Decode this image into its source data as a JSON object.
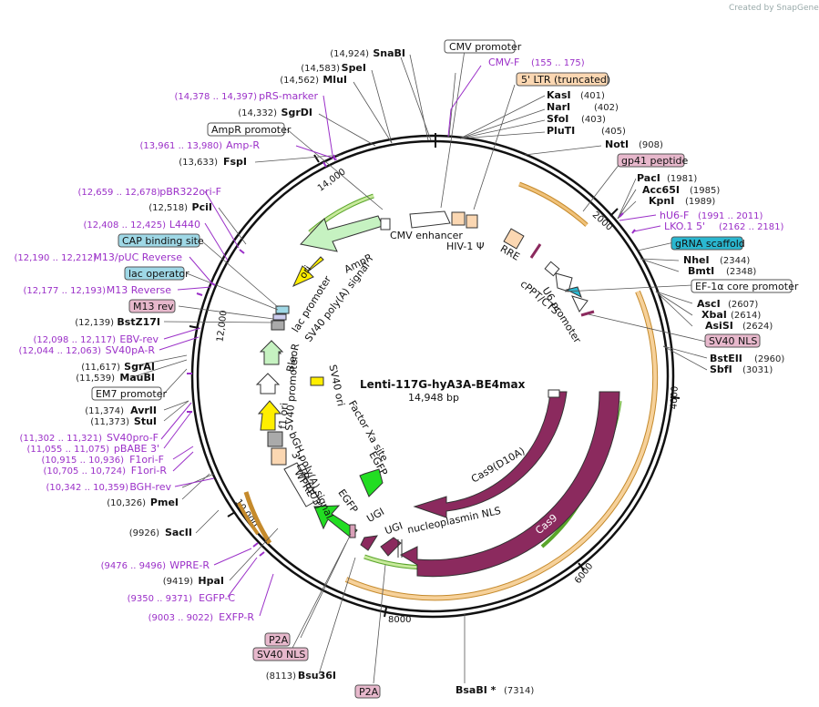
{
  "app": {
    "credit": "Created by SnapGene"
  },
  "plasmid": {
    "name": "Lenti-117G-hyA3A-BE4max",
    "length": "14,948 bp"
  },
  "tick_labels": [
    "2000",
    "4000",
    "6000",
    "8000",
    "10,000",
    "12,000",
    "14,000"
  ],
  "enzymes_right": [
    {
      "name": "KasI",
      "pos": "(401)"
    },
    {
      "name": "NarI",
      "pos": "(402)"
    },
    {
      "name": "SfoI",
      "pos": "(403)"
    },
    {
      "name": "PluTI",
      "pos": "(405)"
    },
    {
      "name": "NotI",
      "pos": "(908)"
    },
    {
      "name": "PacI",
      "pos": "(1981)"
    },
    {
      "name": "Acc65I",
      "pos": "(1985)"
    },
    {
      "name": "KpnI",
      "pos": "(1989)"
    },
    {
      "name": "NheI",
      "pos": "(2344)"
    },
    {
      "name": "BmtI",
      "pos": "(2348)"
    },
    {
      "name": "AscI",
      "pos": "(2607)"
    },
    {
      "name": "XbaI",
      "pos": "(2614)"
    },
    {
      "name": "AsiSI",
      "pos": "(2624)"
    },
    {
      "name": "BstEII",
      "pos": "(2960)"
    },
    {
      "name": "SbfI",
      "pos": "(3031)"
    },
    {
      "name": "BsaBI *",
      "pos": "(7314)"
    }
  ],
  "enzymes_left": [
    {
      "name": "SnaBI",
      "pos": "(14,924)"
    },
    {
      "name": "SpeI",
      "pos": "(14,583)"
    },
    {
      "name": "MluI",
      "pos": "(14,562)"
    },
    {
      "name": "SgrDI",
      "pos": "(14,332)"
    },
    {
      "name": "FspI",
      "pos": "(13,633)"
    },
    {
      "name": "PciI",
      "pos": "(12,518)"
    },
    {
      "name": "BstZ17I",
      "pos": "(12,139)"
    },
    {
      "name": "SgrAI",
      "pos": "(11,617)"
    },
    {
      "name": "MauBI",
      "pos": "(11,539)"
    },
    {
      "name": "AvrII",
      "pos": "(11,374)"
    },
    {
      "name": "StuI",
      "pos": "(11,373)"
    },
    {
      "name": "PmeI",
      "pos": "(10,326)"
    },
    {
      "name": "SacII",
      "pos": "(9926)"
    },
    {
      "name": "HpaI",
      "pos": "(9419)"
    },
    {
      "name": "Bsu36I",
      "pos": "(8113)"
    }
  ],
  "primers": [
    {
      "name": "CMV-F",
      "pos": "(155 .. 175)"
    },
    {
      "name": "hU6-F",
      "pos": "(1991 .. 2011)"
    },
    {
      "name": "LKO.1 5'",
      "pos": "(2162 .. 2181)"
    },
    {
      "name": "pRS-marker",
      "pos": "(14,378 .. 14,397)"
    },
    {
      "name": "Amp-R",
      "pos": "(13,961 .. 13,980)"
    },
    {
      "name": "pBR322ori-F",
      "pos": "(12,659 .. 12,678)"
    },
    {
      "name": "L4440",
      "pos": "(12,408 .. 12,425)"
    },
    {
      "name": "M13/pUC Reverse",
      "pos": "(12,190 .. 12,212)"
    },
    {
      "name": "M13 Reverse",
      "pos": "(12,177 .. 12,193)"
    },
    {
      "name": "EBV-rev",
      "pos": "(12,098 .. 12,117)"
    },
    {
      "name": "SV40pA-R",
      "pos": "(12,044 .. 12,063)"
    },
    {
      "name": "SV40pro-F",
      "pos": "(11,302 .. 11,321)"
    },
    {
      "name": "pBABE 3'",
      "pos": "(11,055 .. 11,075)"
    },
    {
      "name": "F1ori-F",
      "pos": "(10,915 .. 10,936)"
    },
    {
      "name": "F1ori-R",
      "pos": "(10,705 .. 10,724)"
    },
    {
      "name": "BGH-rev",
      "pos": "(10,342 .. 10,359)"
    },
    {
      "name": "WPRE-R",
      "pos": "(9476 .. 9496)"
    },
    {
      "name": "EGFP-C",
      "pos": "(9350 .. 9371)"
    },
    {
      "name": "EXFP-R",
      "pos": "(9003 .. 9022)"
    }
  ],
  "boxed_labels": [
    {
      "text": "CMV promoter"
    },
    {
      "text": "5' LTR (truncated)"
    },
    {
      "text": "gp41 peptide"
    },
    {
      "text": "gRNA scaffold"
    },
    {
      "text": "EF-1α core promoter"
    },
    {
      "text": "SV40 NLS"
    },
    {
      "text": "AmpR promoter"
    },
    {
      "text": "CAP binding site"
    },
    {
      "text": "lac operator"
    },
    {
      "text": "M13 rev"
    },
    {
      "text": "EM7 promoter"
    },
    {
      "text": "P2A"
    },
    {
      "text": "SV40 NLS"
    },
    {
      "text": "P2A"
    }
  ],
  "feature_labels": [
    "CMV enhancer",
    "HIV-1 Ψ",
    "RRE",
    "cPPT/CTS",
    "U6 promoter",
    "AmpR",
    "ori",
    "lac promoter",
    "SV40 poly(A) signal",
    "BleoR",
    "SV40 promoter",
    "f1 ori",
    "SV40 ori",
    "bGH poly(A) signal",
    "3' LTR (ΔU3)",
    "Factor Xa site",
    "EGFP",
    "WPRE",
    "EGFP",
    "UGI",
    "UGI",
    "nucleoplasmin NLS",
    "Cas9(D10A)",
    "Cas9"
  ],
  "colors": {
    "primer": "#9b30c8",
    "cas9": "#8b2a5e",
    "egfp": "#22dd22",
    "orange": "#e7a94c",
    "green": "#7bc143",
    "cyan": "#2ab7d0",
    "ori": "#ffee00"
  }
}
